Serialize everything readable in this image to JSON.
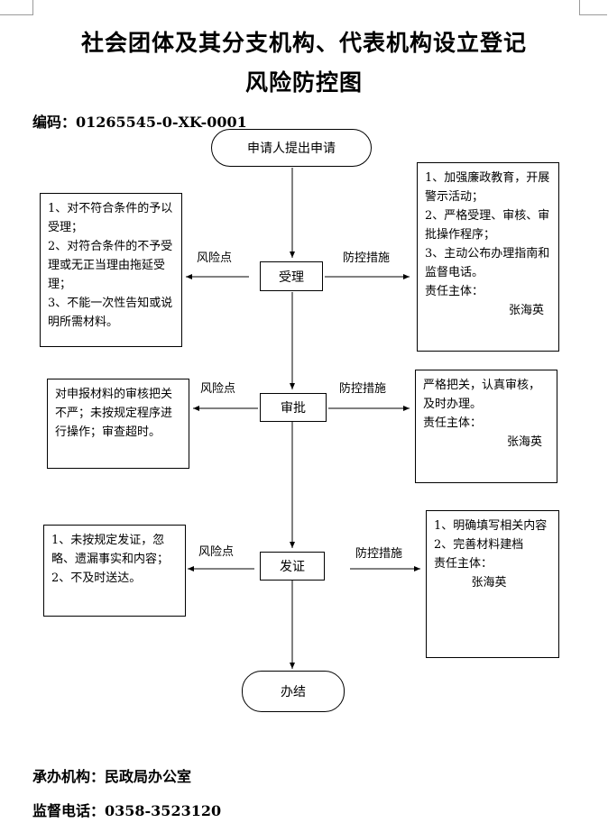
{
  "title_line1": "社会团体及其分支机构、代表机构设立登记",
  "title_line2": "风险防控图",
  "code_label": "编码：01265545-0-XK-0001",
  "start_node": "申请人提出申请",
  "end_node": "办结",
  "risk_label": "风险点",
  "measure_label": "防控措施",
  "steps": [
    {
      "name": "受理",
      "risks": [
        "1、对不符合条件的予以受理；",
        "2、对符合条件的不予受理或无正当理由拖延受理；",
        "3、不能一次性告知或说明所需材料。"
      ],
      "measures": [
        "1、加强廉政教育，开展警示活动；",
        "2、严格受理、审核、审批操作程序；",
        "3、主动公布办理指南和监督电话。"
      ],
      "responsible_label": "责任主体：",
      "responsible_person": "张海英"
    },
    {
      "name": "审批",
      "risks": [
        "对申报材料的审核把关不严；未按规定程序进行操作；审查超时。"
      ],
      "measures": [
        "严格把关，认真审核，及时办理。"
      ],
      "responsible_label": "责任主体：",
      "responsible_person": "张海英"
    },
    {
      "name": "发证",
      "risks": [
        "1、未按规定发证，忽略、遗漏事实和内容；",
        "2、不及时送达。"
      ],
      "measures": [
        "1、明确填写相关内容",
        "2、完善材料建档"
      ],
      "responsible_label": "责任主体：",
      "responsible_person": "张海英"
    }
  ],
  "footer_org": "承办机构：民政局办公室",
  "footer_phone": "监督电话：0358-3523120"
}
